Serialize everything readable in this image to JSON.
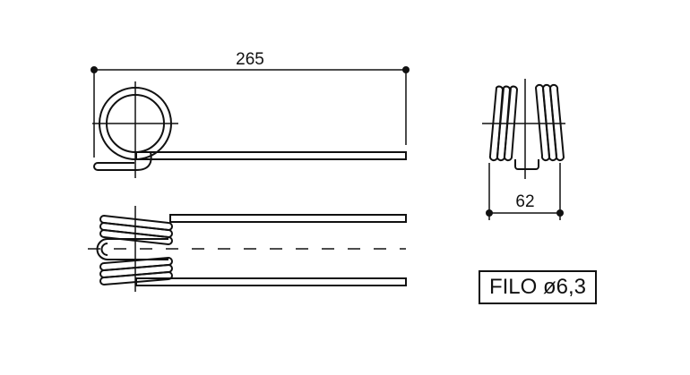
{
  "drawing": {
    "length_dimension": "265",
    "width_dimension": "62",
    "wire_label": "FILO ø6,3"
  }
}
